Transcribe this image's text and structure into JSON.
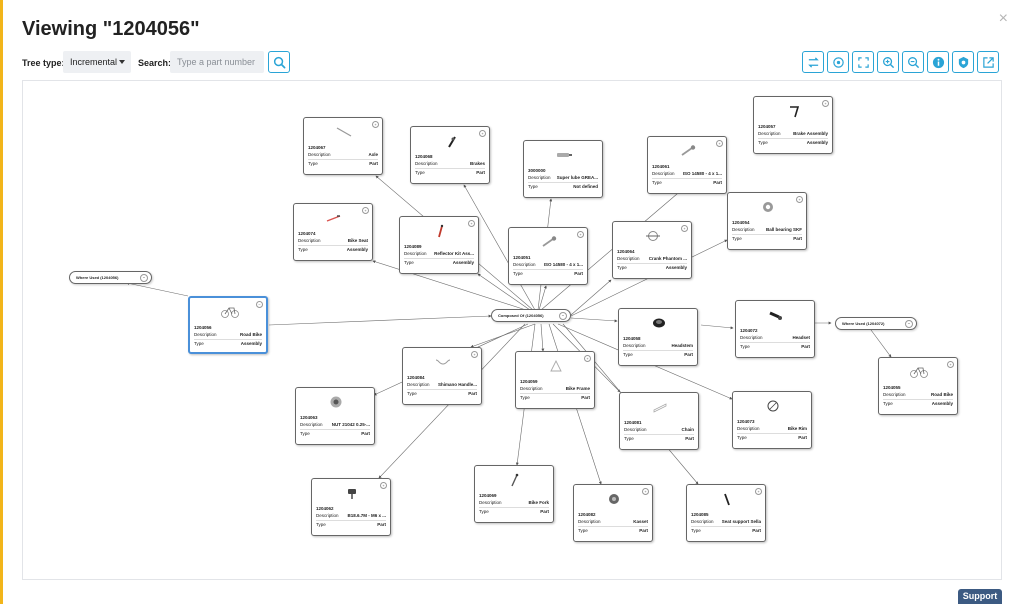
{
  "header": {
    "title": "Viewing \"1204056\"",
    "close_glyph": "×"
  },
  "toolbar": {
    "tree_type_label": "Tree type:",
    "tree_type_value": "Incremental",
    "search_label": "Search:",
    "search_placeholder": "Type a part number",
    "search_value": "",
    "buttons": [
      "swap-icon",
      "target-icon",
      "fit-screen-icon",
      "zoom-in-icon",
      "zoom-out-icon",
      "info-icon",
      "shield-icon",
      "export-icon"
    ]
  },
  "colors": {
    "accent": "#2aa4d6",
    "selected_border": "#4a90d9",
    "support_bg": "#3c5a82"
  },
  "labels": {
    "description": "Description",
    "type": "Type"
  },
  "graph": {
    "pills": {
      "where_used_left": "Where Used (1204056)",
      "composed_of": "Composed Of (1204056)",
      "where_used_right": "Where Used (1204072)"
    },
    "nodes": {
      "root": {
        "pn": "1204056",
        "desc": "Road Bike",
        "type": "Assembly",
        "icon": "bike-icon"
      },
      "n1204067": {
        "pn": "1204067",
        "desc": "Axle",
        "type": "Part",
        "icon": "axle-icon"
      },
      "n1204068": {
        "pn": "1204068",
        "desc": "Brakes",
        "type": "Part",
        "icon": "brake-icon"
      },
      "n3000000": {
        "pn": "3000000",
        "desc": "Super lube GREA...",
        "type": "Not defined",
        "icon": "lube-tube-icon"
      },
      "n1204061": {
        "pn": "1204061",
        "desc": "ISO 14580 - 4 x 1...",
        "type": "Part",
        "icon": "screw-icon"
      },
      "n1204057": {
        "pn": "1204057",
        "desc": "Brake Assembly",
        "type": "Assembly",
        "icon": "brake-lever-icon"
      },
      "n1204074": {
        "pn": "1204074",
        "desc": "Bike Seat",
        "type": "Assembly",
        "icon": "bike-seat-icon"
      },
      "n1204089": {
        "pn": "1204089",
        "desc": "Reflector Kit Ass...",
        "type": "Assembly",
        "icon": "reflector-icon"
      },
      "n1204051": {
        "pn": "1204051",
        "desc": "ISO 14580 - 4 x 1...",
        "type": "Part",
        "icon": "screw-icon"
      },
      "n1204064": {
        "pn": "1204064",
        "desc": "Crank Phantom ...",
        "type": "Assembly",
        "icon": "crank-icon"
      },
      "n1204054": {
        "pn": "1204054",
        "desc": "Ball bearing SKF",
        "type": "Part",
        "icon": "bearing-icon"
      },
      "n1204058": {
        "pn": "1204058",
        "desc": "Headstem",
        "type": "Part",
        "icon": "headstem-icon"
      },
      "n1204072": {
        "pn": "1204072",
        "desc": "Headset",
        "type": "Part",
        "icon": "headset-icon"
      },
      "n1204055": {
        "pn": "1204055",
        "desc": "Road Bike",
        "type": "Assembly",
        "icon": "bike-icon"
      },
      "n1204084": {
        "pn": "1204084",
        "desc": "Shimano Handle...",
        "type": "Part",
        "icon": "handlebar-icon"
      },
      "n1204059": {
        "pn": "1204059",
        "desc": "Bike Frame",
        "type": "Part",
        "icon": "frame-icon"
      },
      "n1204063": {
        "pn": "1204063",
        "desc": "NUT 21042 0.25-...",
        "type": "Part",
        "icon": "nut-icon"
      },
      "n1204081": {
        "pn": "1204081",
        "desc": "Chain",
        "type": "Part",
        "icon": "chain-icon"
      },
      "n1204073": {
        "pn": "1204073",
        "desc": "Bike Rim",
        "type": "Part",
        "icon": "rim-icon"
      },
      "n1204062": {
        "pn": "1204062",
        "desc": "B18.6.7M - M6 x ...",
        "type": "Part",
        "icon": "bolt-icon"
      },
      "n1204069": {
        "pn": "1204069",
        "desc": "Bike Fork",
        "type": "Part",
        "icon": "fork-icon"
      },
      "n1204082": {
        "pn": "1204082",
        "desc": "Kasset",
        "type": "Part",
        "icon": "cassette-icon"
      },
      "n1204085": {
        "pn": "1204085",
        "desc": "Seat support Sella",
        "type": "Part",
        "icon": "seatpost-icon"
      }
    }
  },
  "footer": {
    "support_label": "Support"
  }
}
